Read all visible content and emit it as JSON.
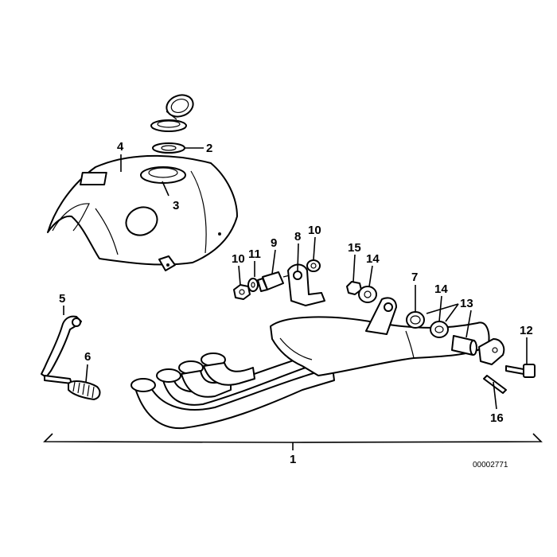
{
  "diagram": {
    "document_number": "00002771",
    "callouts": {
      "c1": "1",
      "c2": "2",
      "c3": "3",
      "c4": "4",
      "c5": "5",
      "c6": "6",
      "c7": "7",
      "c8": "8",
      "c9": "9",
      "c10a": "10",
      "c10b": "10",
      "c11": "11",
      "c12": "12",
      "c13": "13",
      "c14a": "14",
      "c14b": "14",
      "c15": "15",
      "c16": "16"
    }
  }
}
